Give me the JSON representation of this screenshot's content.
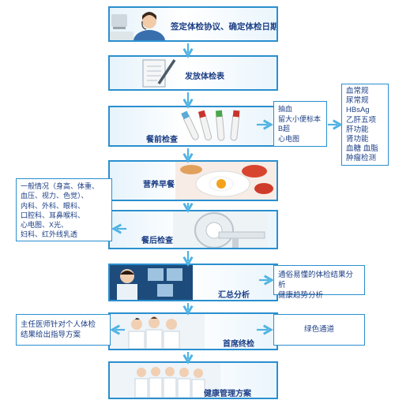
{
  "steps": [
    {
      "id": "sign-agreement",
      "label": "签定体检协议、确定体检日期"
    },
    {
      "id": "issue-form",
      "label": "发放体检表"
    },
    {
      "id": "pre-meal-check",
      "label": "餐前检查"
    },
    {
      "id": "nutrition-breakfast",
      "label": "营养早餐"
    },
    {
      "id": "post-meal-check",
      "label": "餐后检查"
    },
    {
      "id": "summary-analysis",
      "label": "汇总分析"
    },
    {
      "id": "chief-final-check",
      "label": "首席终检"
    },
    {
      "id": "health-management",
      "label": "健康管理方案"
    }
  ],
  "side_boxes": {
    "pre_meal_items": "抽血\n留大小便标本\nB超\n心电图",
    "blood_tests": "血常规\n尿常规\nHBsAg\n乙肝五项\n肝功能\n肾功能\n血糖  血脂\n肿瘤检测",
    "post_meal_items": "一般情况（身高、体重、\n血压、视力、色觉）、\n内科、外科、眼科、\n口腔科、耳鼻喉科、\n心电图、X光、\n妇科、红外线乳透",
    "summary_items": "通俗易懂的体检结果分析\n健康趋势分析",
    "doctor_guidance": "主任医师针对个人体检\n结果给出指导方案",
    "green_channel": "绿色通道"
  },
  "colors": {
    "border": "#2a8fcf",
    "text": "#1c3f86",
    "arrow": "#4fb3e3"
  }
}
